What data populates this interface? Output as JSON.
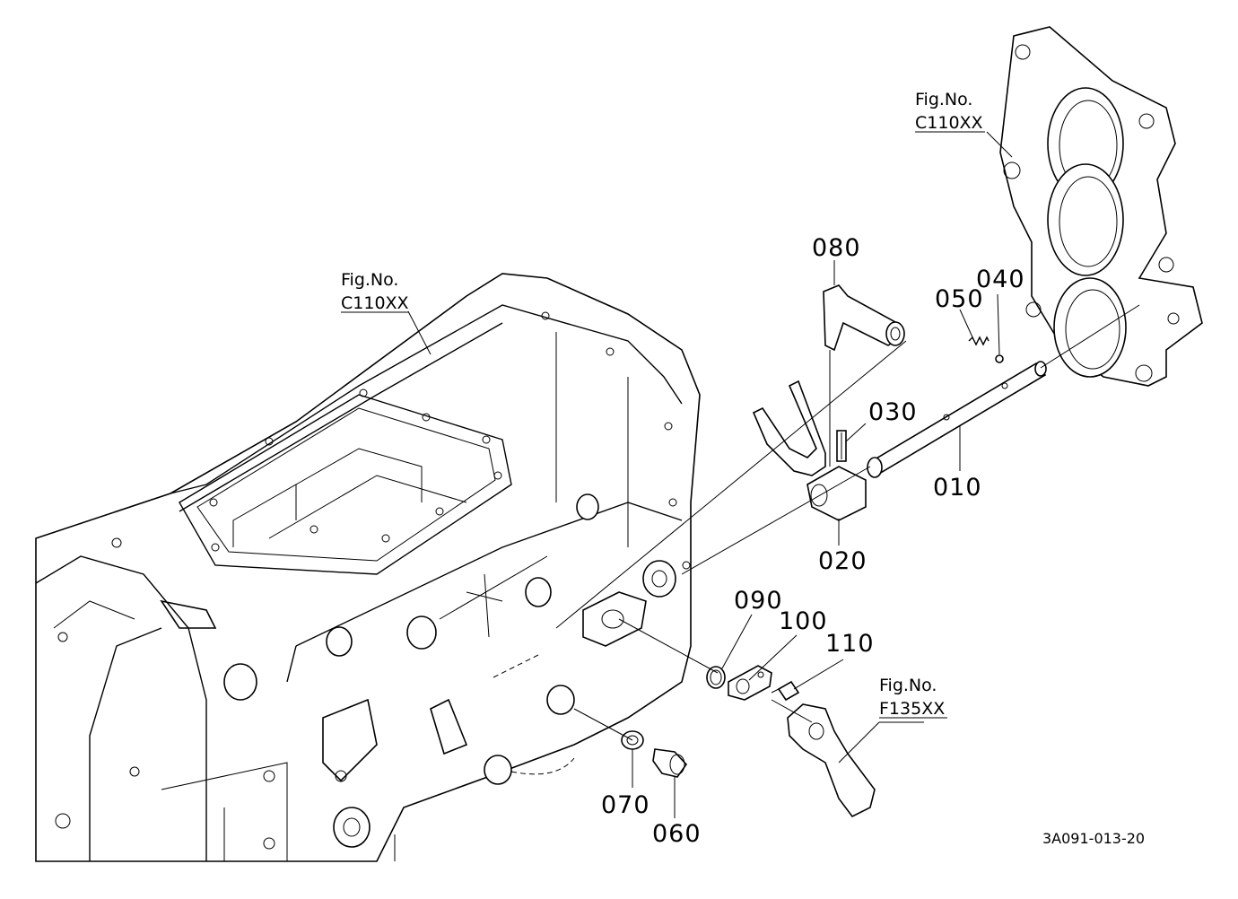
{
  "diagram": {
    "drawing_code": "3A091-013-20",
    "part_labels": [
      {
        "id": "p010",
        "text": "010"
      },
      {
        "id": "p020",
        "text": "020"
      },
      {
        "id": "p030",
        "text": "030"
      },
      {
        "id": "p040",
        "text": "040"
      },
      {
        "id": "p050",
        "text": "050"
      },
      {
        "id": "p060",
        "text": "060"
      },
      {
        "id": "p070",
        "text": "070"
      },
      {
        "id": "p080",
        "text": "080"
      },
      {
        "id": "p090",
        "text": "090"
      },
      {
        "id": "p100",
        "text": "100"
      },
      {
        "id": "p110",
        "text": "110"
      }
    ],
    "figure_refs": [
      {
        "id": "ref_case",
        "line1": "Fig.No.",
        "line2": "C110XX"
      },
      {
        "id": "ref_plate",
        "line1": "Fig.No.",
        "line2": "C110XX"
      },
      {
        "id": "ref_arm",
        "line1": "Fig.No.",
        "line2": "F135XX"
      }
    ]
  }
}
